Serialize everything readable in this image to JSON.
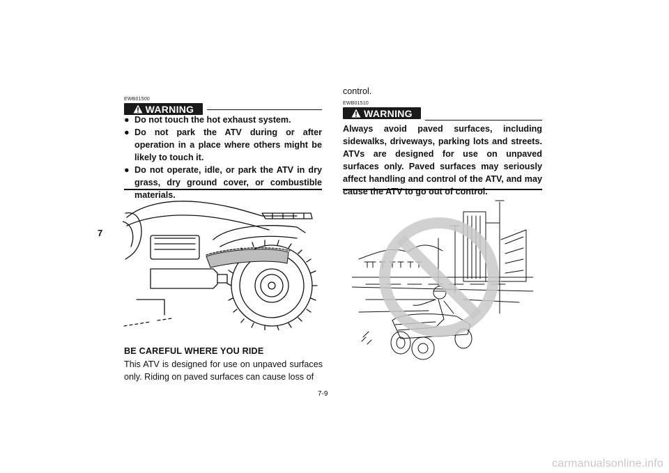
{
  "chapter_tab": "7",
  "left": {
    "warning_code": "EWB01500",
    "warning_label": "WARNING",
    "warnings": [
      "Do not touch the hot exhaust system.",
      "Do not park the ATV during or after operation in a place where others might be likely to touch it.",
      "Do not operate, idle, or park the ATV in dry grass, dry ground cover, or combustible materials."
    ],
    "heading": "BE CAREFUL WHERE YOU RIDE",
    "body": "This ATV is designed for use on unpaved surfaces only. Riding on paved surfaces can cause loss of"
  },
  "right": {
    "continued_text": "control.",
    "warning_code": "EWB01510",
    "warning_label": "WARNING",
    "warning_text": "Always avoid paved surfaces, including sidewalks, driveways, parking lots and streets. ATVs are designed for use on unpaved surfaces only. Paved surfaces may seriously affect handling and control of the ATV, and may cause the ATV to go out of control."
  },
  "page_number": "7-9",
  "watermark": "carmanualsonline.info",
  "icons": {
    "warning": "warning-triangle-icon",
    "bullet": "●"
  }
}
